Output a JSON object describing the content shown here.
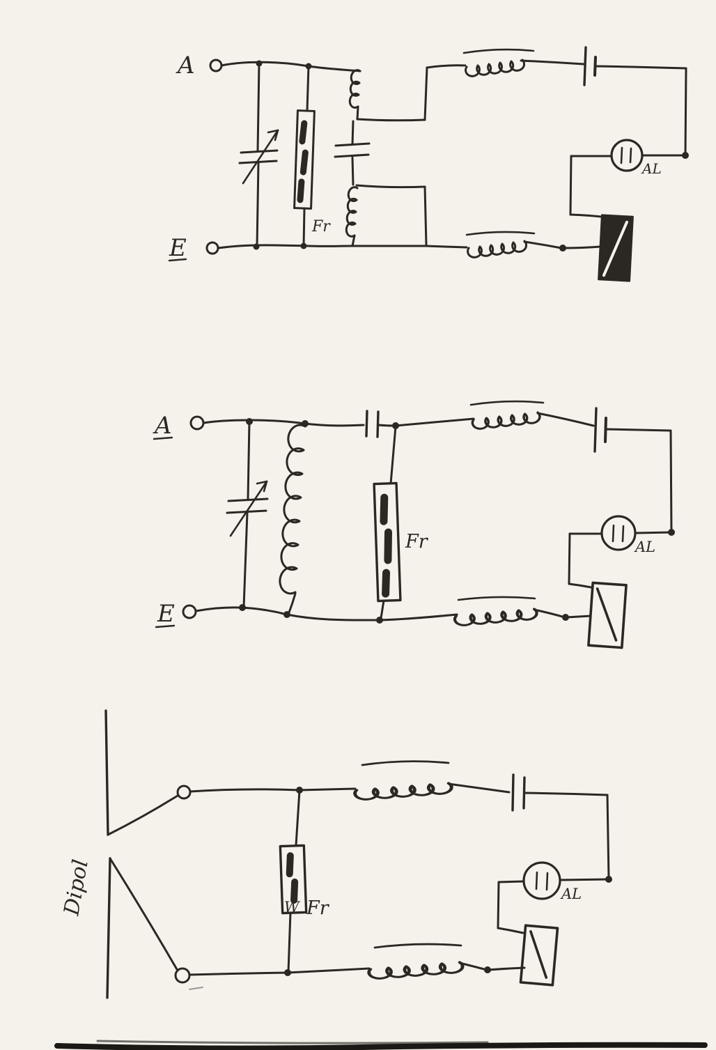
{
  "page": {
    "background": "#f5f2ec",
    "ink": "#2b2823"
  },
  "circuit1": {
    "antenna_terminal": "A",
    "earth_terminal": "E",
    "coherer_label": "Fr",
    "indicator_label": "AL"
  },
  "circuit2": {
    "antenna_terminal": "A",
    "earth_terminal": "E",
    "coherer_label": "Fr",
    "indicator_label": "AL"
  },
  "circuit3": {
    "dipole_label": "Dipol",
    "coherer_prefix": "W",
    "coherer_label": "Fr",
    "indicator_label": "AL"
  }
}
